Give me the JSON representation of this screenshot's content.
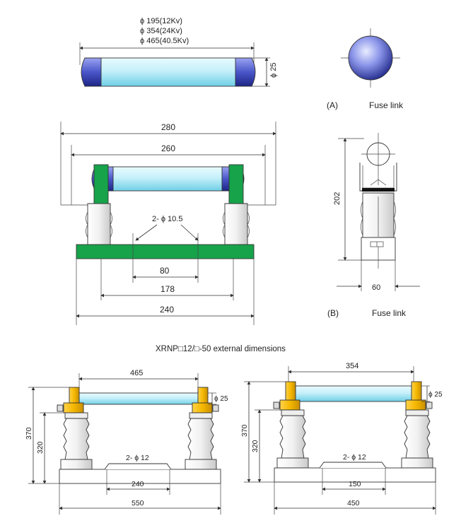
{
  "top": {
    "length_labels": [
      "ϕ 195(12Kv)",
      "ϕ 354(24Kv)",
      "ϕ 465(40.5Kv)"
    ],
    "diameter_label": "ϕ 25",
    "caption_a_letter": "(A)",
    "caption_a_text": "Fuse link"
  },
  "base_front": {
    "dim_outer": "280",
    "dim_inner": "260",
    "hole_label": "2- ϕ 10.5",
    "dim_80": "80",
    "dim_178": "178",
    "dim_240": "240"
  },
  "side_view": {
    "height_label": "202",
    "width_label": "60",
    "caption_b_letter": "(B)",
    "caption_b_text": "Fuse link"
  },
  "section_title": "XRNP□12/□-50 external dimensions",
  "left_assembly": {
    "length_label": "465",
    "diameter_label": "ϕ 25",
    "h_total": "370",
    "h_post": "320",
    "hole_label": "2- ϕ 12",
    "dim_240": "240",
    "dim_550": "550"
  },
  "right_assembly": {
    "length_label": "354",
    "diameter_label": "ϕ 25",
    "h_total": "370",
    "h_post": "320",
    "hole_label": "2- ϕ 12",
    "dim_150": "150",
    "dim_450": "450"
  },
  "colors": {
    "tube_light": "#cdf3fb",
    "tube_mid": "#8cdcef",
    "cap_blue": "#3a45b8",
    "base_green": "#16a34a",
    "bracket_yellow": "#f5b800"
  }
}
